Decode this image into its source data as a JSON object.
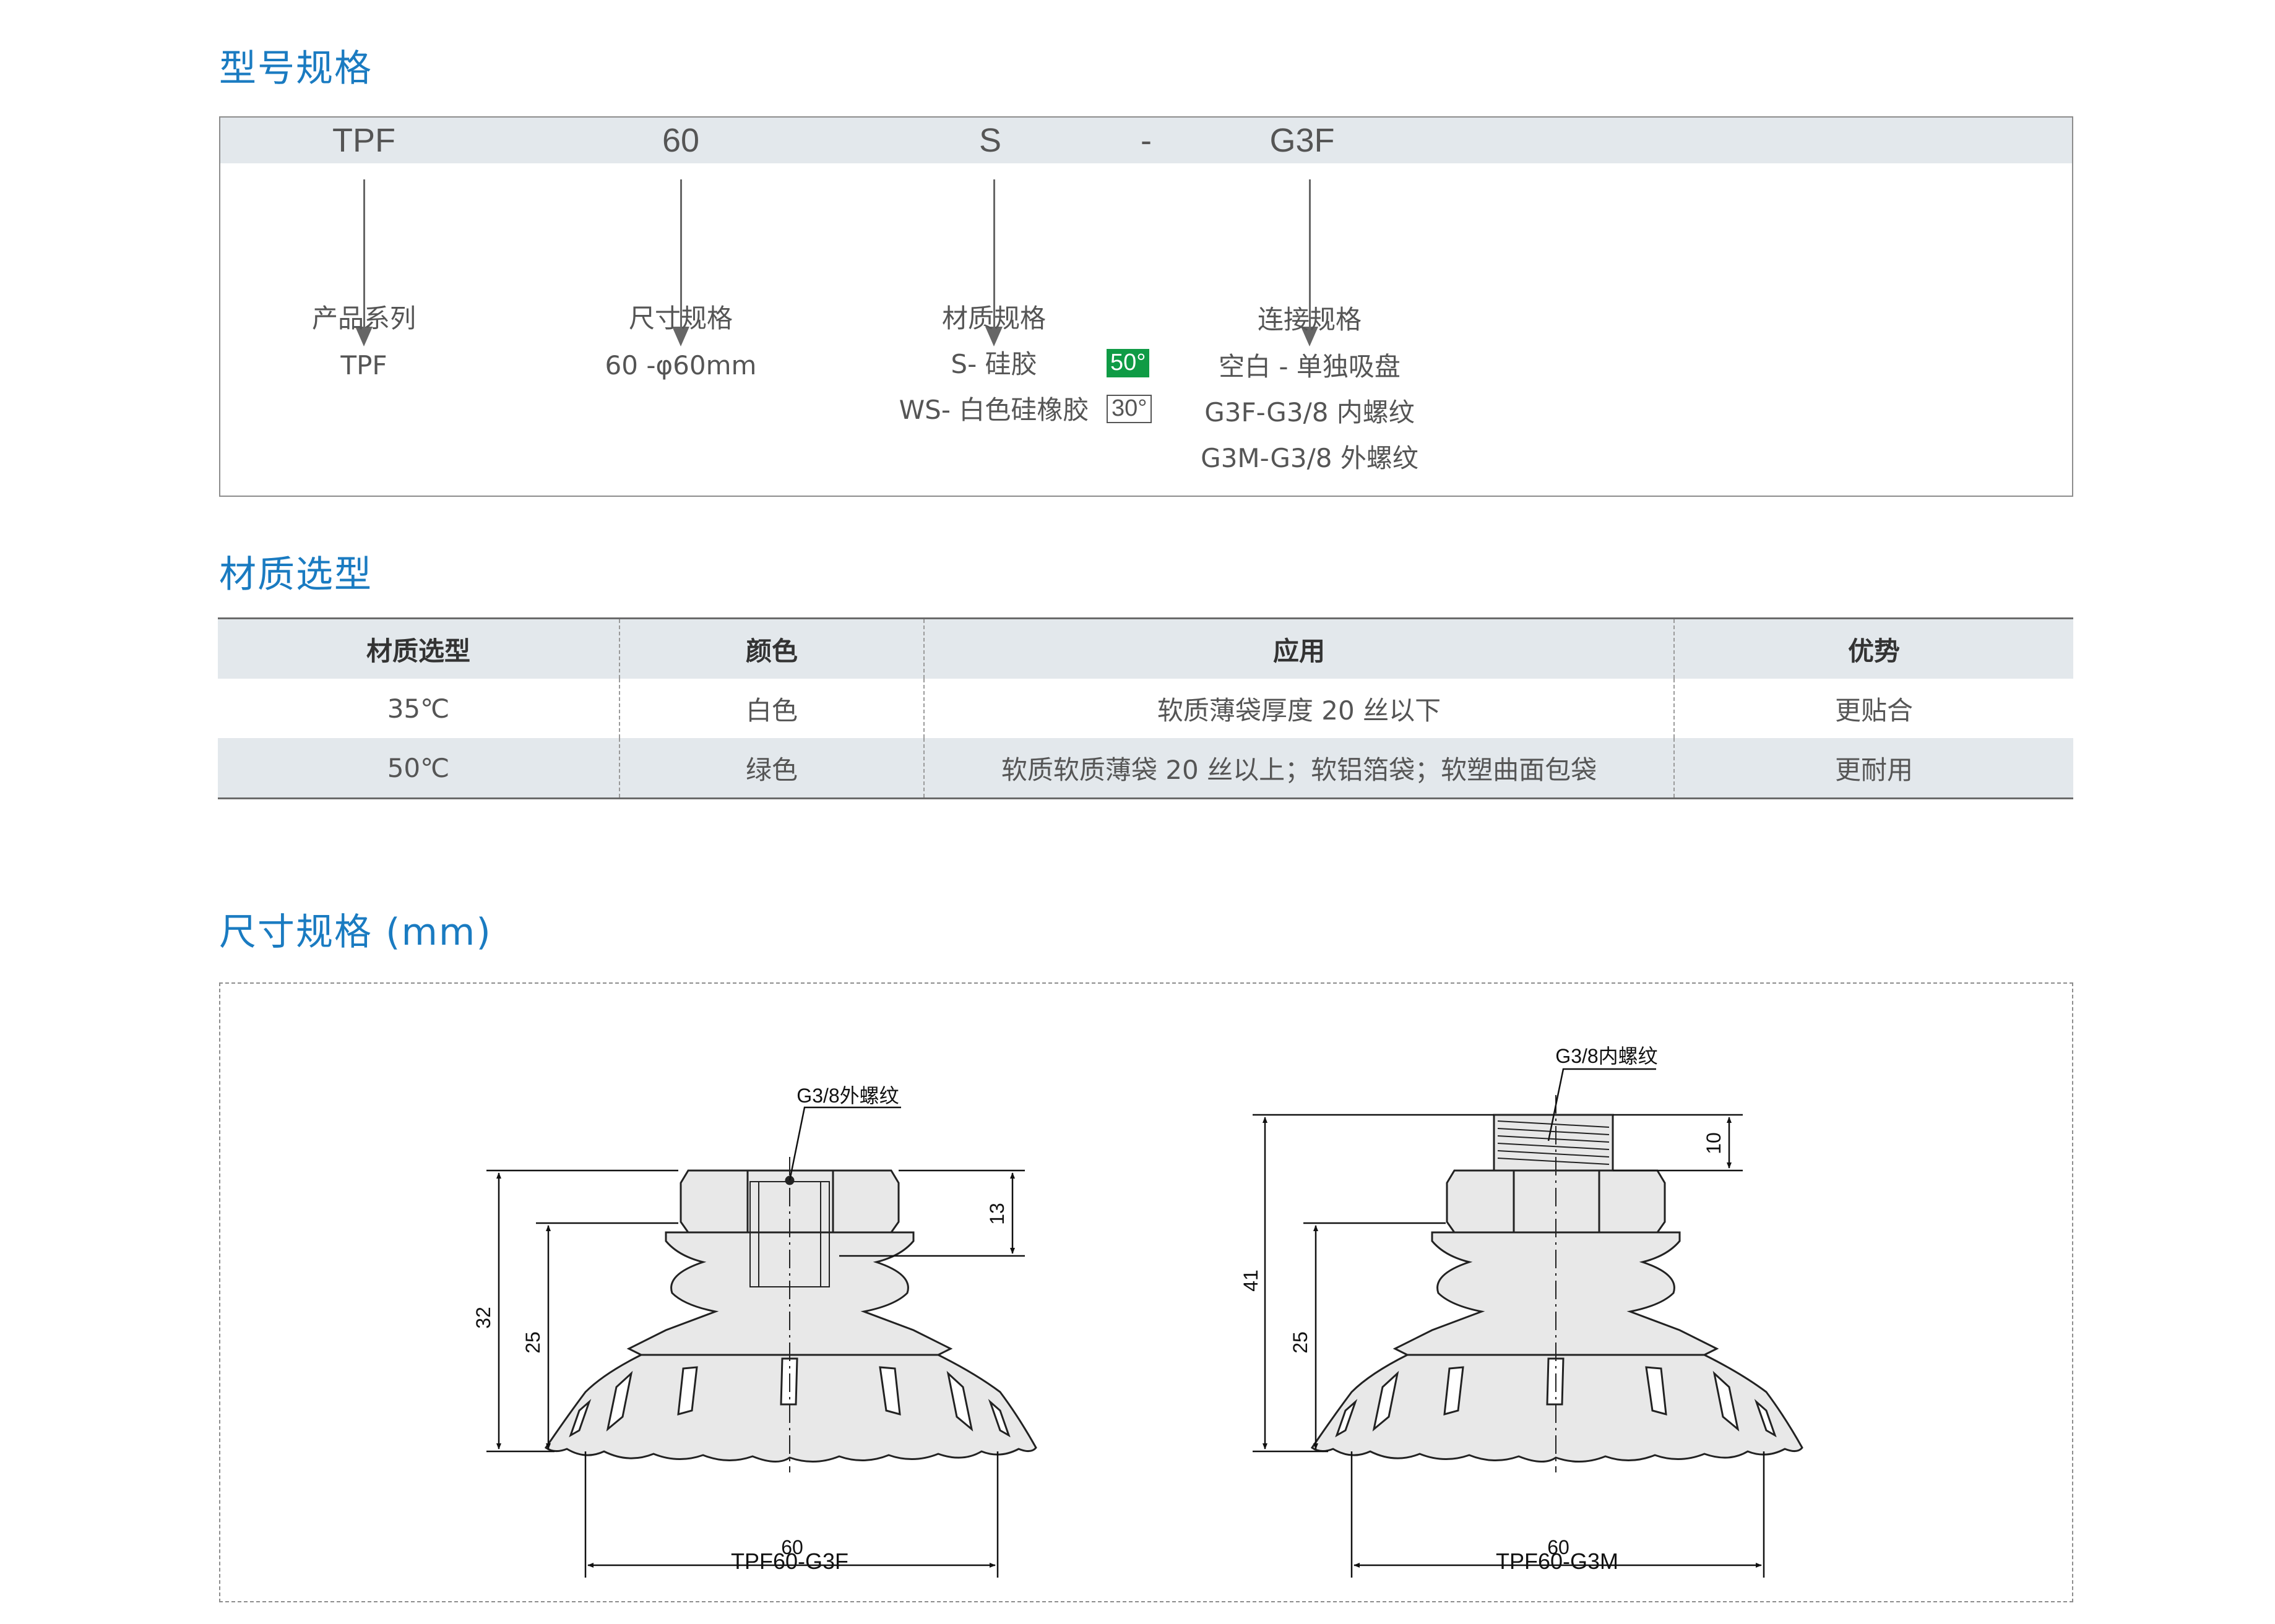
{
  "sections": {
    "model_title": "型号规格",
    "material_title": "材质选型",
    "dimension_title": "尺寸规格 (mm)"
  },
  "model": {
    "codes": [
      "TPF",
      "60",
      "S",
      "-",
      "G3F"
    ],
    "columns": [
      {
        "label": "产品系列",
        "lines": [
          "TPF"
        ]
      },
      {
        "label": "尺寸规格",
        "lines": [
          "60 -φ60mm"
        ]
      },
      {
        "label": "材质规格",
        "lines": [
          "S- 硅胶",
          "WS- 白色硅橡胶"
        ],
        "badges": [
          "50°",
          "30°"
        ]
      },
      {
        "label": "连接规格",
        "lines": [
          "空白 - 单独吸盘",
          "G3F-G3/8 内螺纹",
          "G3M-G3/8 外螺纹"
        ]
      }
    ]
  },
  "material_table": {
    "headers": [
      "材质选型",
      "颜色",
      "应用",
      "优势"
    ],
    "rows": [
      [
        "35℃",
        "白色",
        "软质薄袋厚度 20 丝以下",
        "更贴合"
      ],
      [
        "50℃",
        "绿色",
        "软质软质薄袋 20 丝以上；软铝箔袋；软塑曲面包袋",
        "更耐用"
      ]
    ]
  },
  "drawings": {
    "left": {
      "thread_label": "G3/8外螺纹",
      "dims": {
        "height_total": "32",
        "height_body": "25",
        "thread_height": "13",
        "diameter": "60"
      },
      "model": "TPF60-G3F"
    },
    "right": {
      "thread_label": "G3/8内螺纹",
      "dims": {
        "height_total": "41",
        "height_body": "25",
        "thread_height": "10",
        "diameter": "60"
      },
      "model": "TPF60-G3M"
    }
  },
  "colors": {
    "title_blue": "#1a7bc1",
    "header_gray": "#e3e8ec",
    "badge_green": "#0f9b45"
  }
}
